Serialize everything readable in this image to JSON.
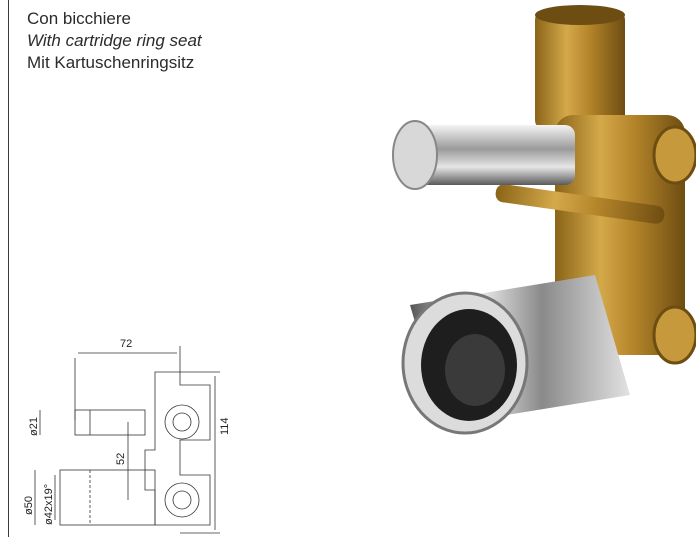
{
  "captions": {
    "it": "Con bicchiere",
    "en": "With cartridge ring seat",
    "de": "Mit Kartuschenringsitz"
  },
  "drawing": {
    "dim_width": "72",
    "dim_height": "114",
    "dim_center": "52",
    "dim_d21": "ø21",
    "dim_d50": "ø50",
    "dim_thread": "ø42x19°"
  },
  "photo": {
    "subject": "brass concealed diverter valve body with chrome knob and chrome cartridge ring seat"
  }
}
